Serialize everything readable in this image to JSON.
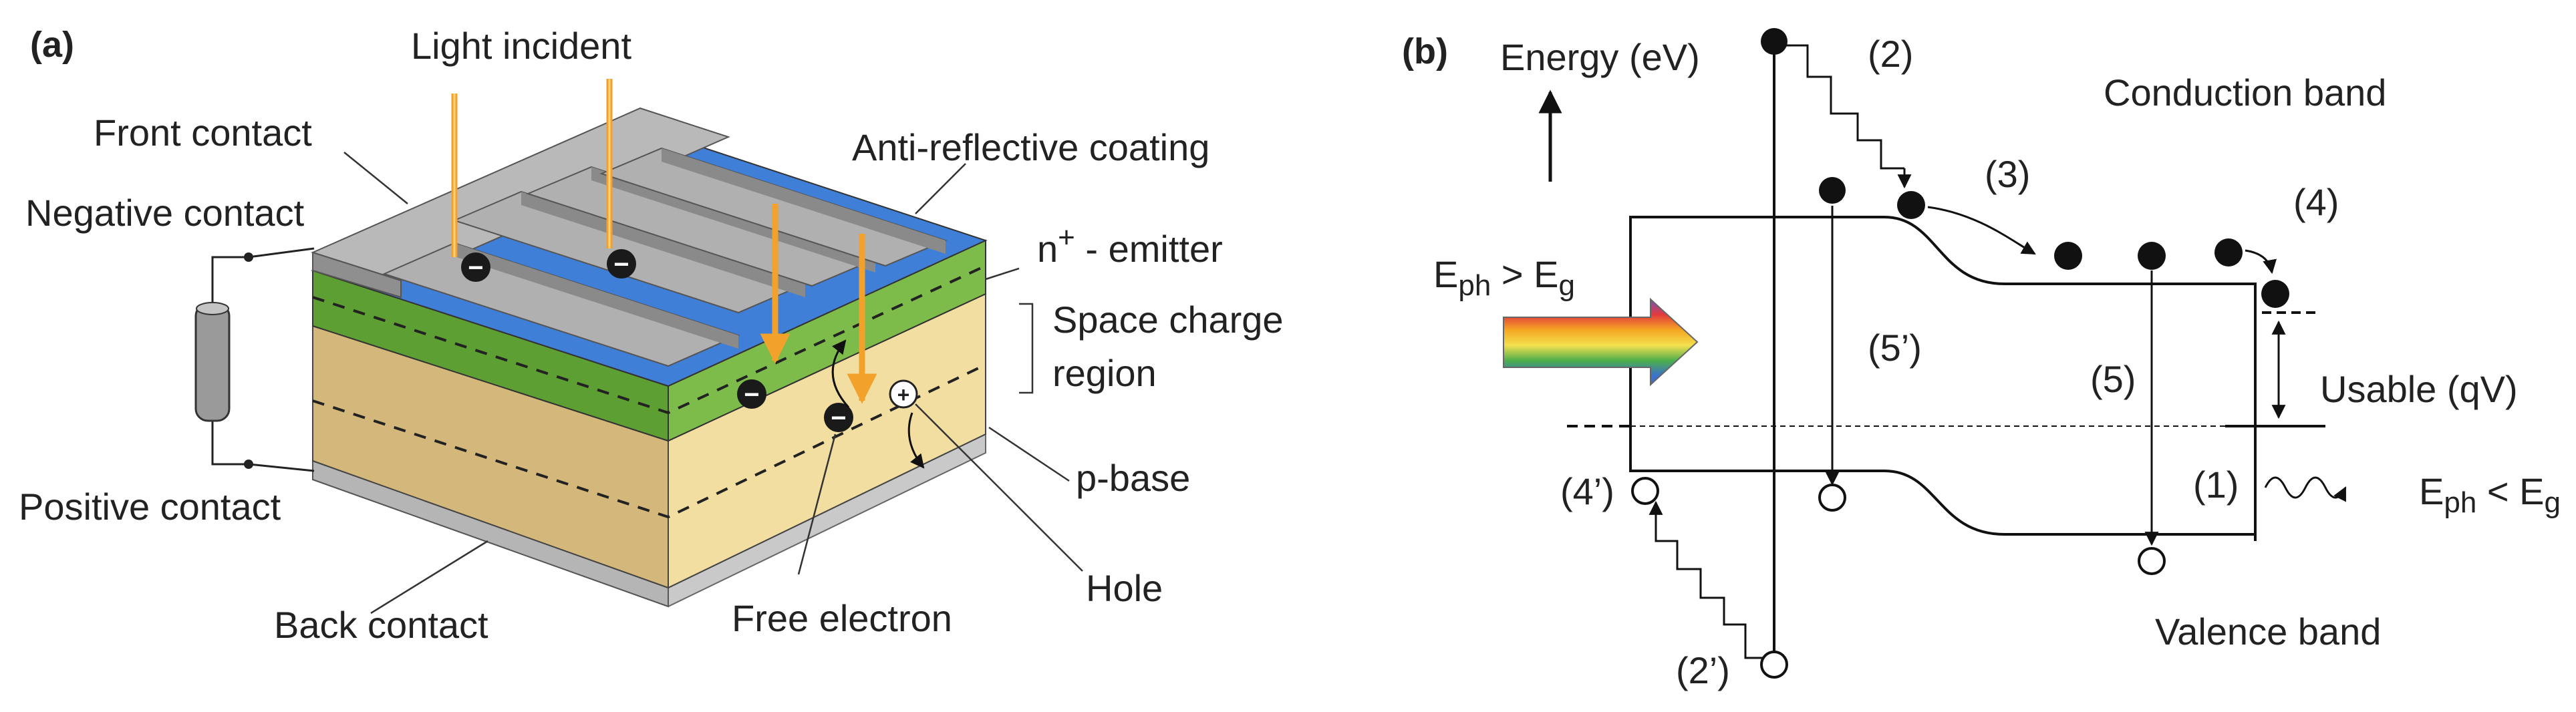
{
  "panel_a": {
    "tag": "(a)",
    "light_incident": "Light incident",
    "front_contact": "Front contact",
    "negative_contact": "Negative contact",
    "positive_contact": "Positive contact",
    "anti_reflective": "Anti-reflective coating",
    "emitter_base": "n",
    "emitter_sup": "+",
    "emitter_rest": " - emitter",
    "space_charge_1": "Space charge",
    "space_charge_2": "region",
    "p_base": "p-base",
    "hole": "Hole",
    "free_electron": "Free electron",
    "back_contact": "Back contact",
    "electron_symbol": "−",
    "hole_symbol": "+"
  },
  "panel_b": {
    "tag": "(b)",
    "energy": "Energy (eV)",
    "conduction_band": "Conduction band",
    "valence_band": "Valence band",
    "usable": "Usable (qV)",
    "eph_gt": {
      "e": "E",
      "ph": "ph",
      "op": " > E",
      "g": "g"
    },
    "eph_lt": {
      "e": "E",
      "ph": "ph",
      "op": " < E",
      "g": "g"
    },
    "steps": [
      "(1)",
      "(2)",
      "(3)",
      "(4)",
      "(5)",
      "(2’)",
      "(4’)",
      "(5’)"
    ]
  },
  "colors": {
    "arc": "#3f7fd8",
    "emitter": "#76b344",
    "base": "#f2dea0",
    "contact": "#b3b3b3",
    "light": "#f2a12b"
  }
}
